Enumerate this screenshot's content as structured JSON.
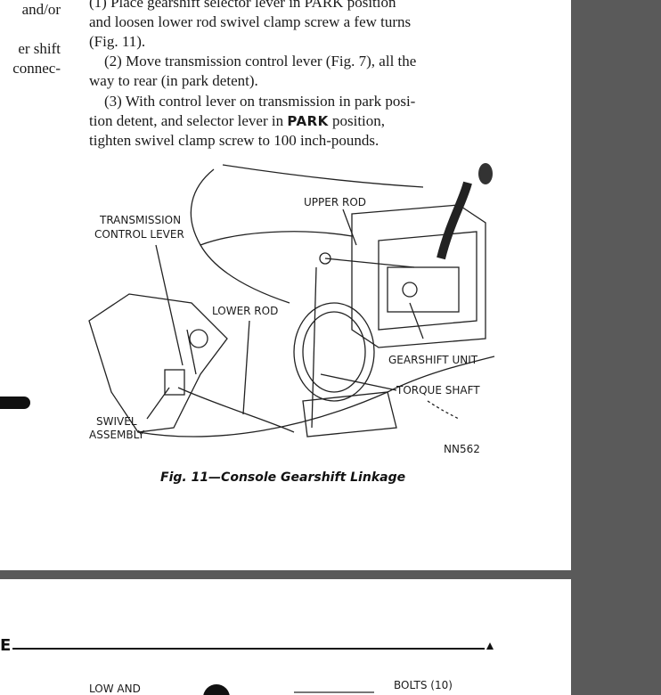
{
  "left_column": {
    "line1": "and/or",
    "line2": "er  shift",
    "line3": "connec-"
  },
  "paragraphs": {
    "p1_l1": "(1) Place gearshift selector lever in PARK position",
    "p1_l2": "and loosen lower rod swivel clamp screw a few turns",
    "p1_l3": "(Fig. 11).",
    "p2_l1": "(2) Move transmission control lever (Fig. 7), all the",
    "p2_l2": "way to rear (in park detent).",
    "p3_l1a": "(3) With control lever on transmission in park posi-",
    "p3_l2a": "tion detent, and selector lever in ",
    "p3_park": "PARK",
    "p3_l2b": " position,",
    "p3_l3": "tighten swivel clamp screw to 100 inch-pounds."
  },
  "figure": {
    "labels": {
      "upper_rod": "UPPER ROD",
      "transmission": "TRANSMISSION",
      "control_lever": "CONTROL LEVER",
      "lower_rod": "LOWER ROD",
      "gearshift_unit": "GEARSHIFT UNIT",
      "torque_shaft": "TORQUE SHAFT",
      "swivel": "SWIVEL",
      "assembly": "ASSEMBLY",
      "code": "NN562"
    },
    "caption": "Fig. 11—Console Gearshift Linkage"
  },
  "lower_page": {
    "heading_letter": "E",
    "label_left": "LOW  AND",
    "label_right": "BOLTS  (10)"
  }
}
